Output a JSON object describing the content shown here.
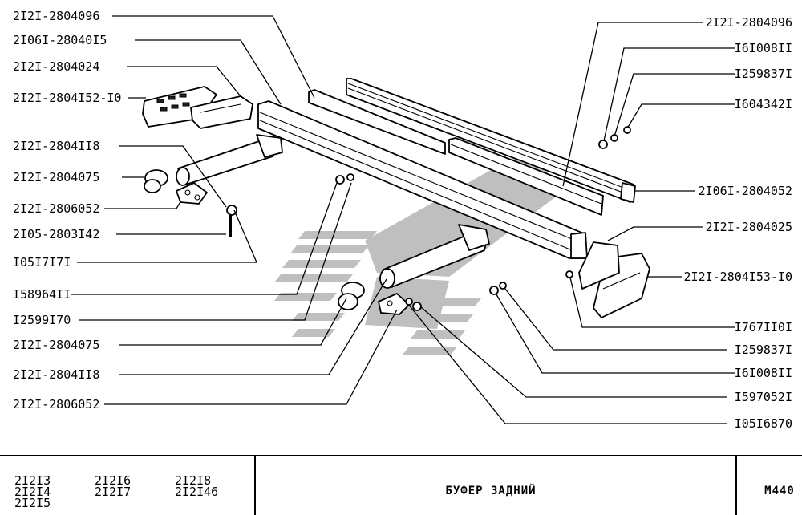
{
  "callouts_left": [
    "2I2I-2804096",
    "2I06I-28040I5",
    "2I2I-2804024",
    "2I2I-2804I52-I0",
    "2I2I-2804II8",
    "2I2I-2804075",
    "2I2I-2806052",
    "2I05-2803I42",
    "I05I7I7I",
    "I58964II",
    "I2599I70",
    "2I2I-2804075",
    "2I2I-2804II8",
    "2I2I-2806052"
  ],
  "callouts_right": [
    "2I2I-2804096",
    "I6I008II",
    "I259837I",
    "I604342I",
    "2I06I-2804052",
    "2I2I-2804025",
    "2I2I-2804I53-I0",
    "I767II0I",
    "I259837I",
    "I6I008II",
    "I597052I",
    "I05I6870"
  ],
  "footer": {
    "models": [
      "2I2I3",
      "2I2I4",
      "2I2I5",
      "2I2I6",
      "2I2I7",
      "2I2I8",
      "2I2I46"
    ],
    "title": "БУФЕР  ЗАДНИЙ",
    "code": "M440"
  }
}
